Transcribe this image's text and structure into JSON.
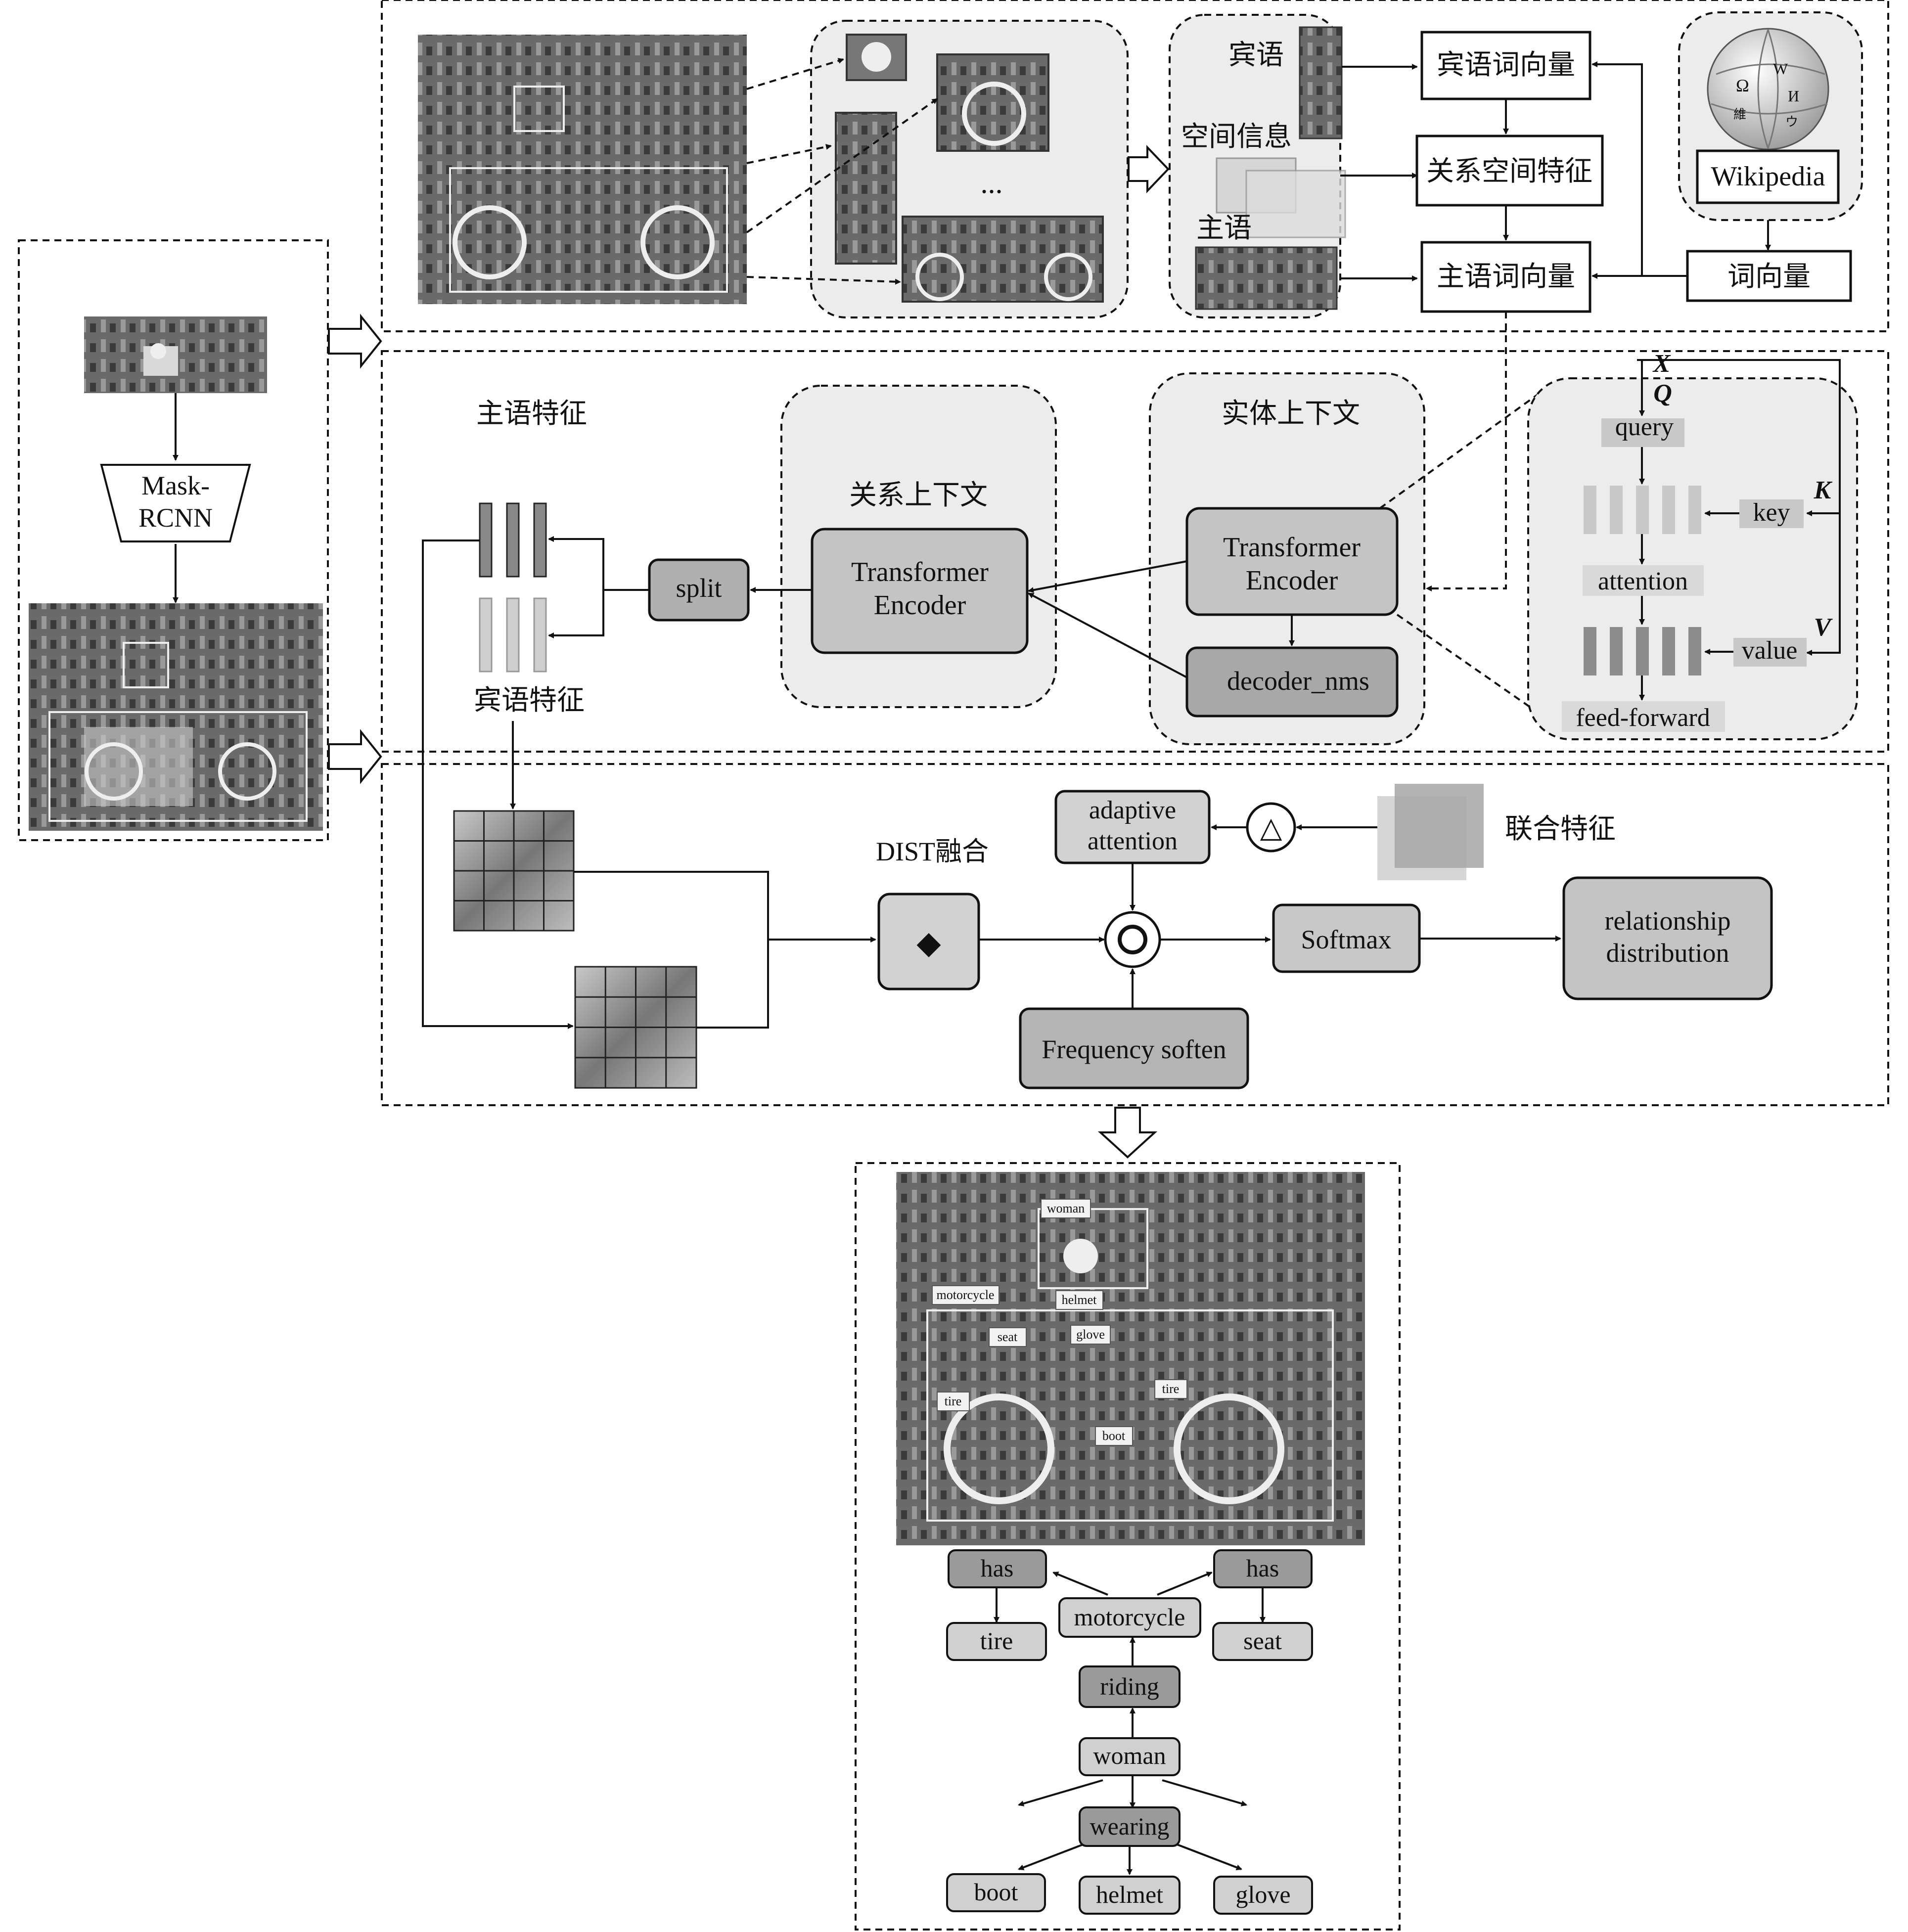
{
  "colors": {
    "line": "#111111",
    "panel": "#ececec",
    "box_light": "#cfcfcf",
    "box_mid": "#bdbdbd",
    "box_dark": "#a0a0a0",
    "photo_bg": "#555555"
  },
  "left": {
    "detector": "Mask-\nRCNN"
  },
  "top": {
    "ellipsis": "...",
    "object_label": "宾语",
    "spatial_label": "空间信息",
    "subject_label": "主语",
    "object_vec": "宾语词向量",
    "spatial_feat": "关系空间特征",
    "subject_vec": "主语词向量",
    "wikipedia": "Wikipedia",
    "word_vec": "词向量",
    "wiki_glyphs": [
      "Ω",
      "W",
      "И",
      "維",
      "ウ"
    ]
  },
  "middle": {
    "subject_feature": "主语特征",
    "object_feature": "宾语特征",
    "split": "split",
    "relation_context": "关系上下文",
    "entity_context": "实体上下文",
    "rel_encoder": "Transformer\nEncoder",
    "ent_encoder": "Transformer\nEncoder",
    "decoder_nms": "decoder_nms",
    "attention": {
      "x": "X",
      "q": "Q",
      "k": "K",
      "v": "V",
      "query": "query",
      "key": "key",
      "attention": "attention",
      "value": "value",
      "feed_forward": "feed-forward"
    }
  },
  "fusion": {
    "adaptive": "adaptive\nattention",
    "dist": "DIST融合",
    "joint": "联合特征",
    "softmax": "Softmax",
    "frequency": "Frequency soften",
    "relationship": "relationship\ndistribution",
    "triangle": "△",
    "diamond": "◆",
    "circle": "○"
  },
  "result": {
    "photo_labels": [
      "woman",
      "motorcycle",
      "helmet",
      "seat",
      "glove",
      "tire",
      "tire",
      "boot"
    ],
    "graph": {
      "has_left": "has",
      "has_right": "has",
      "tire": "tire",
      "seat": "seat",
      "motorcycle": "motorcycle",
      "riding": "riding",
      "woman": "woman",
      "wearing": "wearing",
      "boot": "boot",
      "helmet": "helmet",
      "glove": "glove"
    }
  }
}
